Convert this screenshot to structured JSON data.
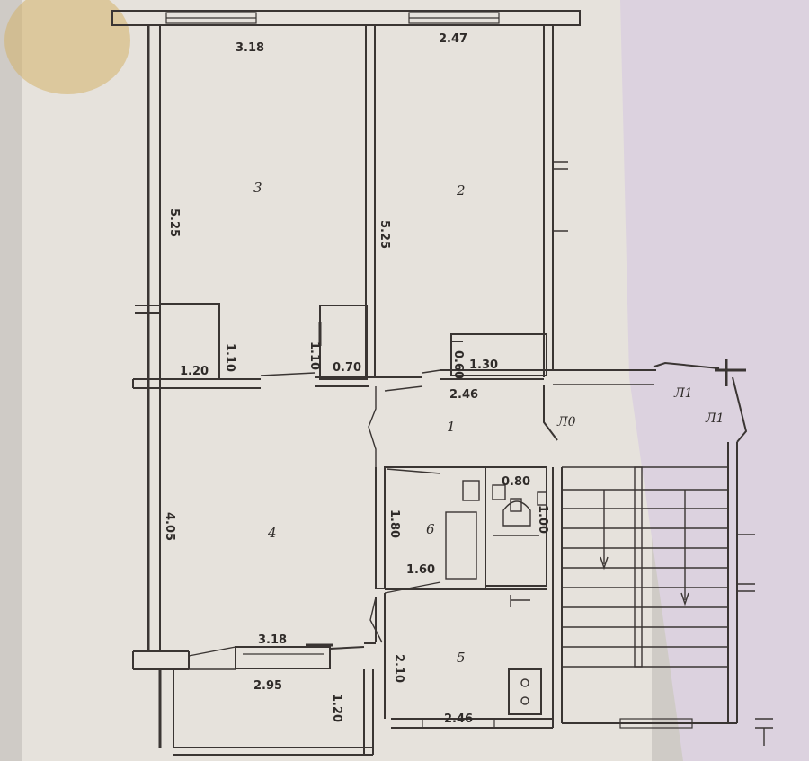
{
  "colors": {
    "paper": "#e6e2dc",
    "ink": "#3a3533",
    "stain": "#c9a24b",
    "shadow": "#c6b9d2"
  },
  "rooms": {
    "r3": {
      "number": "3",
      "width": "3.18",
      "length": "5.25"
    },
    "r2": {
      "number": "2",
      "width": "2.47",
      "length": "5.25"
    },
    "r1": {
      "number": "1",
      "width": "2.46"
    },
    "r4": {
      "number": "4",
      "length": "4.05",
      "width": "3.18"
    },
    "r6": {
      "number": "6",
      "length": "1.80",
      "width": "1.60"
    },
    "r5": {
      "number": "5",
      "length": "2.10",
      "width": "2.46"
    }
  },
  "closets": {
    "left": {
      "width": "1.20",
      "depth": "1.10"
    },
    "mid": {
      "width": "0.70",
      "depth": "1.10"
    },
    "right": {
      "width": "1.30",
      "depth": "0.60"
    }
  },
  "wc": {
    "width": "0.80",
    "length": "1.00"
  },
  "balcony": {
    "width": "2.95",
    "depth": "1.20"
  },
  "landing": {
    "left_code": "Л0",
    "right_code_top": "Л1",
    "right_code_bottom": "Л1"
  }
}
